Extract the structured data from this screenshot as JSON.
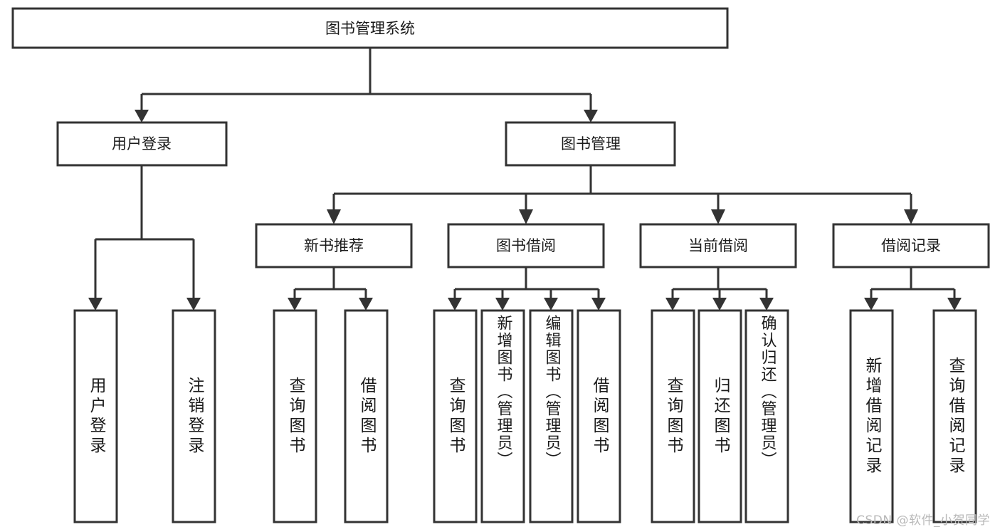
{
  "diagram": {
    "title": "图书管理系统",
    "type": "hierarchy-tree",
    "watermark": "CSDN @软件_小贺同学",
    "colors": {
      "box_stroke": "#333333",
      "box_fill": "#ffffff",
      "text": "#1a1a1a",
      "connector": "#333333",
      "background": "#ffffff",
      "watermark": "#b9b9b9"
    },
    "levels": [
      {
        "level": 1,
        "nodes": [
          {
            "id": "root",
            "label": "图书管理系统",
            "orientation": "horizontal"
          }
        ]
      },
      {
        "level": 2,
        "nodes": [
          {
            "id": "user-login",
            "label": "用户登录",
            "orientation": "horizontal",
            "parent": "root"
          },
          {
            "id": "book-manage",
            "label": "图书管理",
            "orientation": "horizontal",
            "parent": "root"
          }
        ]
      },
      {
        "level": 3,
        "nodes": [
          {
            "id": "new-book-rec",
            "label": "新书推荐",
            "orientation": "horizontal",
            "parent": "book-manage"
          },
          {
            "id": "book-borrow",
            "label": "图书借阅",
            "orientation": "horizontal",
            "parent": "book-manage"
          },
          {
            "id": "current-borrow",
            "label": "当前借阅",
            "orientation": "horizontal",
            "parent": "book-manage"
          },
          {
            "id": "borrow-record",
            "label": "借阅记录",
            "orientation": "horizontal",
            "parent": "book-manage"
          }
        ]
      },
      {
        "level": 4,
        "nodes": [
          {
            "id": "leaf-user-login",
            "label": "用户登录",
            "orientation": "vertical",
            "parent": "user-login"
          },
          {
            "id": "leaf-user-logout",
            "label": "注销登录",
            "orientation": "vertical",
            "parent": "user-login"
          },
          {
            "id": "leaf-query-book-1",
            "label": "查询图书",
            "orientation": "vertical",
            "parent": "new-book-rec"
          },
          {
            "id": "leaf-borrow-book-1",
            "label": "借阅图书",
            "orientation": "vertical",
            "parent": "new-book-rec"
          },
          {
            "id": "leaf-query-book-2",
            "label": "查询图书",
            "orientation": "vertical",
            "parent": "book-borrow"
          },
          {
            "id": "leaf-add-book",
            "label": "新增图书（管理员）",
            "orientation": "vertical",
            "parent": "book-borrow"
          },
          {
            "id": "leaf-edit-book",
            "label": "编辑图书（管理员）",
            "orientation": "vertical",
            "parent": "book-borrow"
          },
          {
            "id": "leaf-borrow-book-2",
            "label": "借阅图书",
            "orientation": "vertical",
            "parent": "book-borrow"
          },
          {
            "id": "leaf-query-book-3",
            "label": "查询图书",
            "orientation": "vertical",
            "parent": "current-borrow"
          },
          {
            "id": "leaf-return-book",
            "label": "归还图书",
            "orientation": "vertical",
            "parent": "current-borrow"
          },
          {
            "id": "leaf-confirm-return",
            "label": "确认归还（管理员）",
            "orientation": "vertical",
            "parent": "current-borrow"
          },
          {
            "id": "leaf-add-record",
            "label": "新增借阅记录",
            "orientation": "vertical",
            "parent": "borrow-record"
          },
          {
            "id": "leaf-query-record",
            "label": "查询借阅记录",
            "orientation": "vertical",
            "parent": "borrow-record"
          }
        ]
      }
    ]
  }
}
